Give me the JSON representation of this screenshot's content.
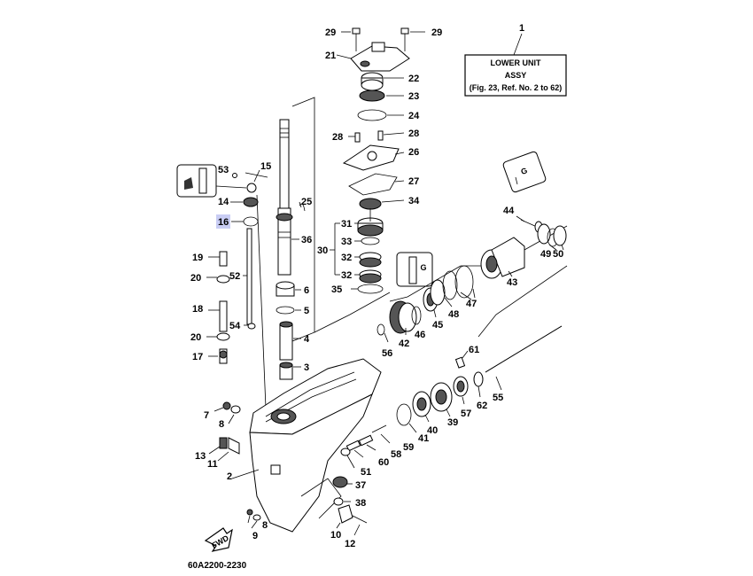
{
  "assy_box": {
    "ref": "1",
    "line1": "LOWER UNIT",
    "line2": "ASSY",
    "line3": "(Fig. 23, Ref. No. 2 to 62)"
  },
  "drawing_code": "60A2200-2230",
  "fwd_label": "FWD",
  "highlighted_part": "16",
  "callouts": {
    "p29a": "29",
    "p29b": "29",
    "p21": "21",
    "p22": "22",
    "p23": "23",
    "p24": "24",
    "p28a": "28",
    "p28b": "28",
    "p26": "26",
    "p27": "27",
    "p34": "34",
    "p31": "31",
    "p33": "33",
    "p30": "30",
    "p32a": "32",
    "p32b": "32",
    "p35": "35",
    "p53": "53",
    "p15": "15",
    "p14": "14",
    "p16": "16",
    "p25": "25",
    "p36": "36",
    "p19": "19",
    "p52": "52",
    "p20a": "20",
    "p18": "18",
    "p54": "54",
    "p20b": "20",
    "p17": "17",
    "p6": "6",
    "p5": "5",
    "p4": "4",
    "p3": "3",
    "p44": "44",
    "p49": "49",
    "p50": "50",
    "p43": "43",
    "p47": "47",
    "p48": "48",
    "p45": "45",
    "p46": "46",
    "p42": "42",
    "p56": "56",
    "p61": "61",
    "p55": "55",
    "p62": "62",
    "p57": "57",
    "p39": "39",
    "p40": "40",
    "p41": "41",
    "p59": "59",
    "p58": "58",
    "p60": "60",
    "p51": "51",
    "p37": "37",
    "p38": "38",
    "p10": "10",
    "p12": "12",
    "p7": "7",
    "p8a": "8",
    "p13": "13",
    "p11": "11",
    "p2": "2",
    "p8b": "8",
    "p9": "9"
  }
}
